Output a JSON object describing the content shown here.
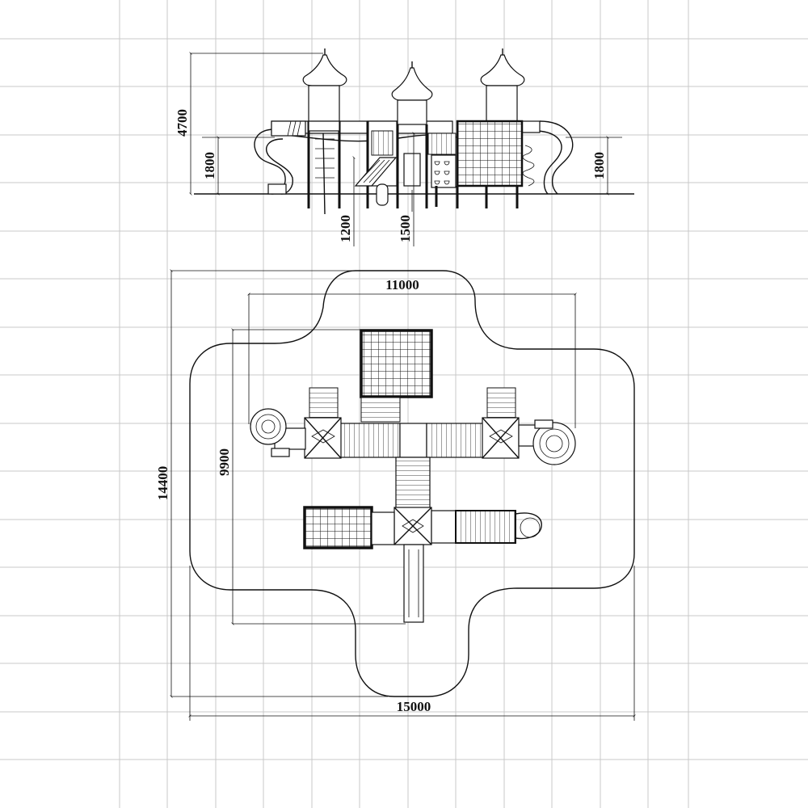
{
  "elevation": {
    "dimensions": {
      "total_height": "4700",
      "platform_left": "1800",
      "platform_right": "1800",
      "platform_low_a": "1200",
      "platform_low_b": "1500"
    }
  },
  "plan": {
    "dimensions": {
      "safety_width": "15000",
      "safety_depth": "14400",
      "equipment_width": "11000",
      "equipment_depth": "9900"
    }
  }
}
